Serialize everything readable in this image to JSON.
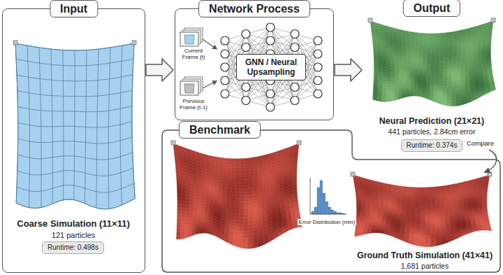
{
  "diagram": {
    "nodes": [
      {
        "text": [
          "Input"
        ]
      },
      {
        "text": [
          "Runtime: 0.498s"
        ],
        "in": 0
      },
      {
        "text": [
          "Network Process"
        ]
      },
      {
        "text": [
          "GNN / Neural Upsampling"
        ],
        "in": 2
      },
      {
        "text": [
          "Output"
        ]
      },
      {
        "text": [
          "Runtime: 0.374s"
        ],
        "in": 4
      },
      {
        "text": [
          "Benchmark"
        ]
      }
    ],
    "edges": [
      {
        "from": 0,
        "to": 2,
        "arrow": "to"
      },
      {
        "from": 2,
        "to": 4,
        "arrow": "to"
      }
    ],
    "labels": [
      "Coarse Simulation (11×11)",
      "121 particles",
      "Current Frame (t)",
      "Previous Frame (t-1)",
      "Neural Prediction (21×21)",
      "441 particles, 2.84cm error",
      "Compare",
      "Error Distribution (mm)",
      "Ground Truth Simulation (41×41)",
      "1,681 particles"
    ]
  }
}
